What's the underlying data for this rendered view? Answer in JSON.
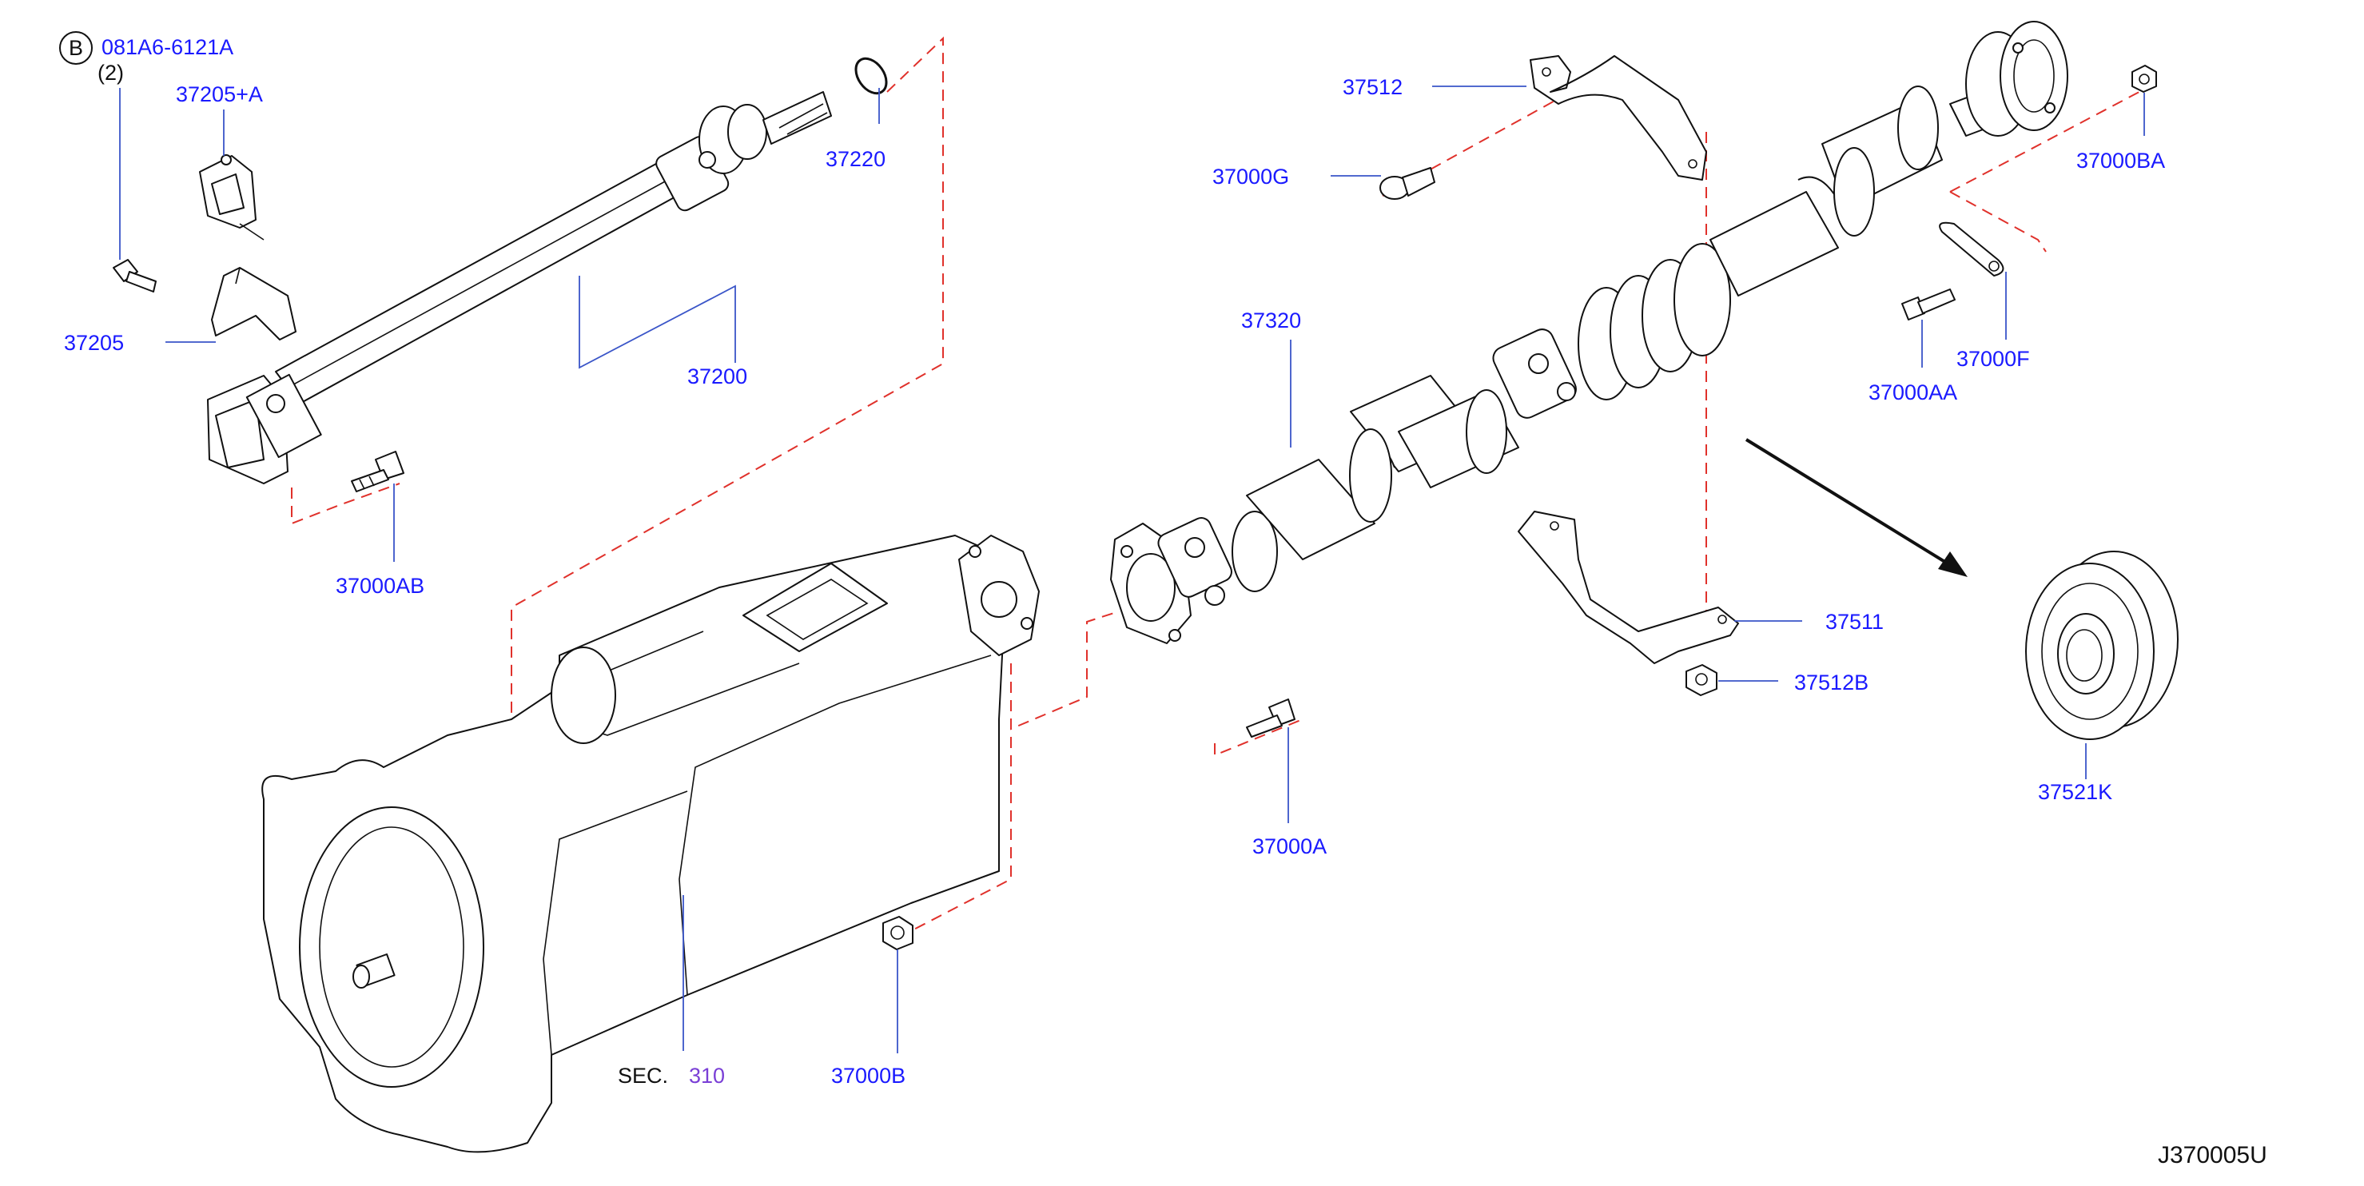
{
  "labels": {
    "b_symbol": "B",
    "bolt_ref": "081A6-6121A",
    "bolt_qty": "(2)",
    "p37205a": "37205+A",
    "p37205": "37205",
    "p37220": "37220",
    "p37200": "37200",
    "p37000ab": "37000AB",
    "p37512": "37512",
    "p37000g": "37000G",
    "p37320": "37320",
    "p37000ba": "37000BA",
    "p37000f": "37000F",
    "p37000aa": "37000AA",
    "p37511": "37511",
    "p37512b": "37512B",
    "p37521k": "37521K",
    "p37000a": "37000A",
    "p37000b": "37000B",
    "sec_prefix": "SEC.",
    "sec_number": "310",
    "diagram_code": "J370005U"
  },
  "colors": {
    "part_label": "#1a1aff",
    "leader_line": "#3a55c8",
    "dashed_guide": "#e0312b",
    "section_ref": "#7a3fd6",
    "outline": "#111111"
  }
}
